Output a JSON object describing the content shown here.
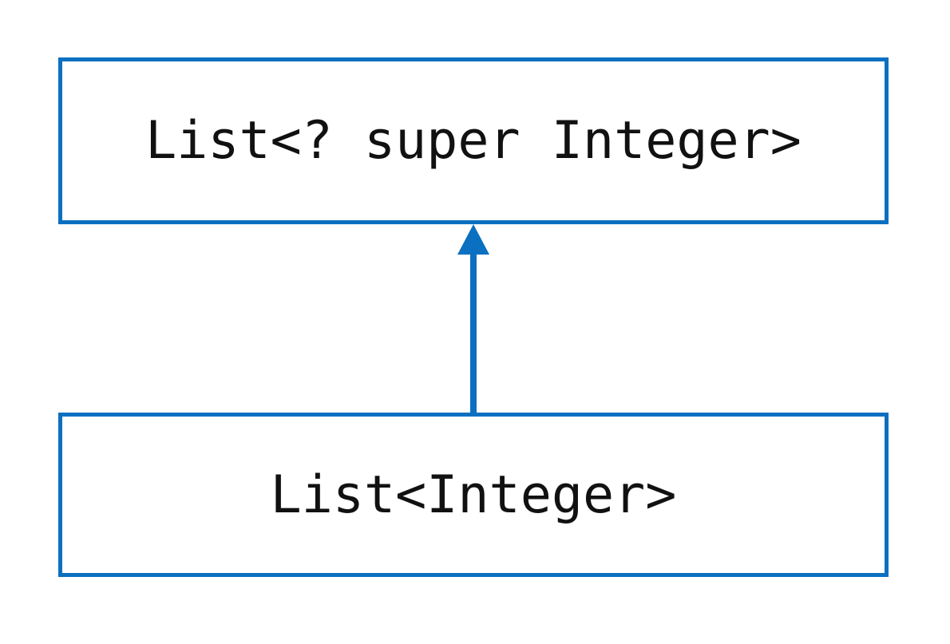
{
  "diagram": {
    "nodes": [
      {
        "id": "supertype",
        "label": "List<? super Integer>"
      },
      {
        "id": "subtype",
        "label": "List<Integer>"
      }
    ],
    "connector": {
      "type": "arrow-up",
      "from": "subtype",
      "to": "supertype"
    },
    "colors": {
      "accent": "#0b70c0",
      "text": "#111111",
      "background": "#ffffff"
    }
  }
}
